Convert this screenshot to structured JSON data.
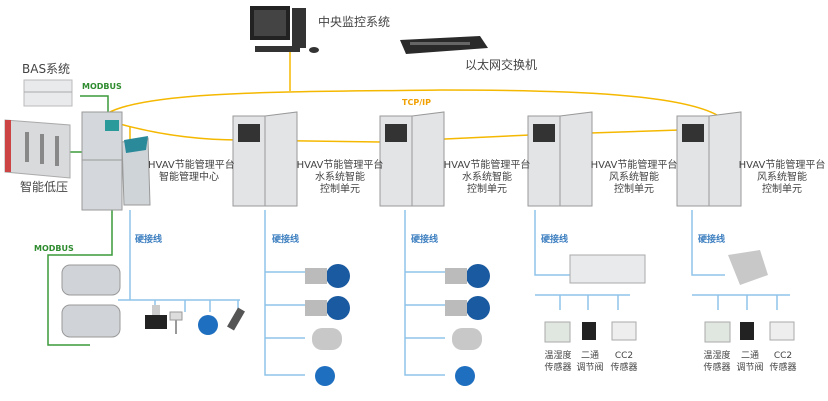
{
  "title_nodes": {
    "central": "中央监控系统",
    "switch": "以太网交换机",
    "bas": "BAS系统",
    "low_voltage": "智能低压",
    "tcpip": "TCP/IP",
    "modbus_top": "MODBUS",
    "modbus_bottom": "MODBUS"
  },
  "center": {
    "line1": "HVAV节能管理平台",
    "line2": "智能管理中心"
  },
  "units": [
    {
      "line1": "HVAV节能管理平台",
      "line2": "水系统智能",
      "line3": "控制单元"
    },
    {
      "line1": "HVAV节能管理平台",
      "line2": "水系统智能",
      "line3": "控制单元"
    },
    {
      "line1": "HVAV节能管理平台",
      "line2": "风系统智能",
      "line3": "控制单元"
    },
    {
      "line1": "HVAV节能管理平台",
      "line2": "风系统智能",
      "line3": "控制单元"
    }
  ],
  "hardwire_label": "硬接线",
  "sensors": [
    {
      "line1": "温湿度",
      "line2": "传感器"
    },
    {
      "line1": "二通",
      "line2": "调节阀"
    },
    {
      "line1": "CC2",
      "line2": "传感器"
    }
  ],
  "colors": {
    "tcp_line": "#f5b800",
    "modbus_line": "#3a9a3a",
    "hardwire_line": "#8fc3e8",
    "label_blue": "#3d7fc0"
  }
}
